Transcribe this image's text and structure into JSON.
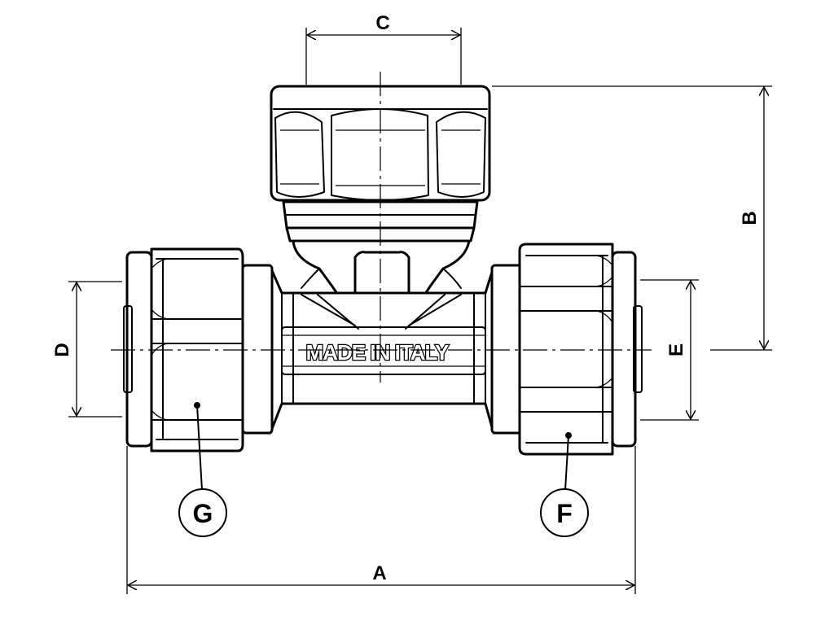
{
  "dimensions": {
    "a": "A",
    "b": "B",
    "c": "C",
    "d": "D",
    "e": "E"
  },
  "callouts": {
    "f": "F",
    "g": "G"
  },
  "marking": "MADE IN ITALY"
}
